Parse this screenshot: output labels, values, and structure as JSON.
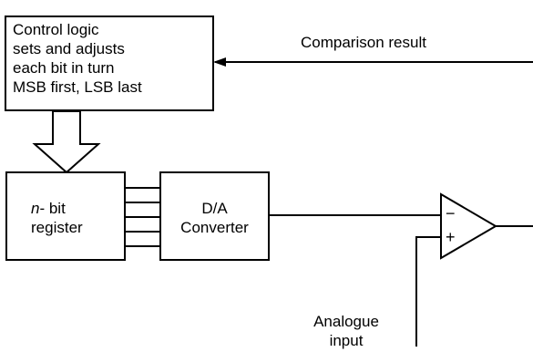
{
  "control_block": {
    "lines": [
      "Control logic",
      "sets and adjusts",
      "each bit in turn",
      "MSB first, LSB last"
    ]
  },
  "register_block": {
    "n": "n",
    "bit": "- bit",
    "line2": "register"
  },
  "dac_block": {
    "line1": "D/A",
    "line2": "Converter"
  },
  "comparator": {
    "minus": "−",
    "plus": "+"
  },
  "labels": {
    "comparison_result": "Comparison result",
    "analogue_line1": "Analogue",
    "analogue_line2": "input"
  },
  "bus": {
    "line_count": 5
  }
}
